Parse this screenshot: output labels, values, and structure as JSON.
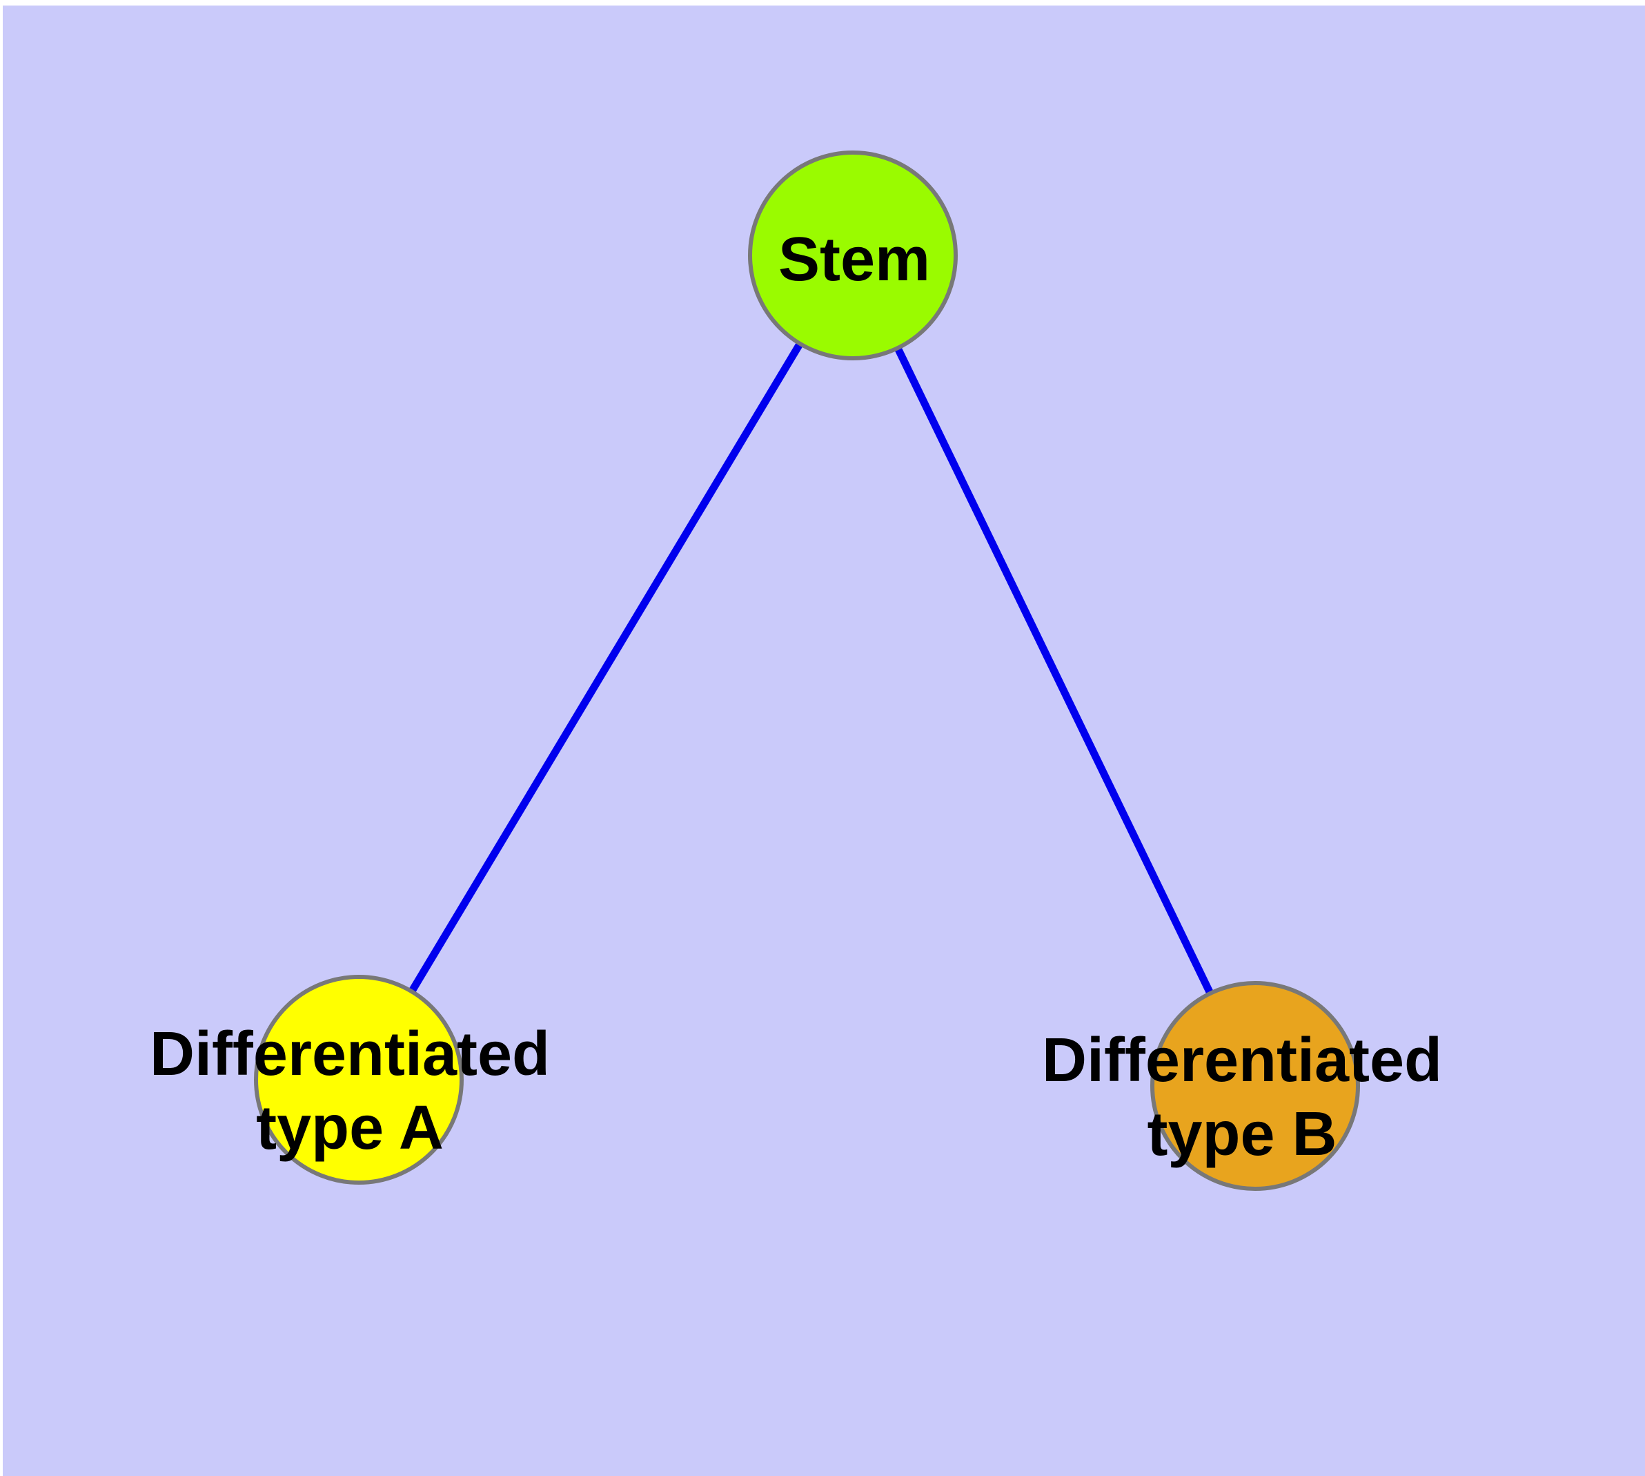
{
  "diagram": {
    "description": "Cell differentiation tree diagram",
    "background_color": "#CACAFA",
    "page_color": "#FFFFFF",
    "edge_color": "#0000EE",
    "node_border_color": "#787878",
    "text_color": "#000000",
    "nodes": [
      {
        "id": "stem",
        "label": "Stem",
        "color": "#9AFB00"
      },
      {
        "id": "differentiated-type-a",
        "label": "Differentiated type A",
        "label_line1": "Differentiated",
        "label_line2": "type A",
        "color": "#FFFF00"
      },
      {
        "id": "differentiated-type-b",
        "label": "Differentiated type B",
        "label_line1": "Differentiated",
        "label_line2": "type B",
        "color": "#E8A41E"
      }
    ],
    "edges": [
      {
        "from": "Stem",
        "to": "Differentiated type A"
      },
      {
        "from": "Stem",
        "to": "Differentiated type B"
      }
    ]
  }
}
